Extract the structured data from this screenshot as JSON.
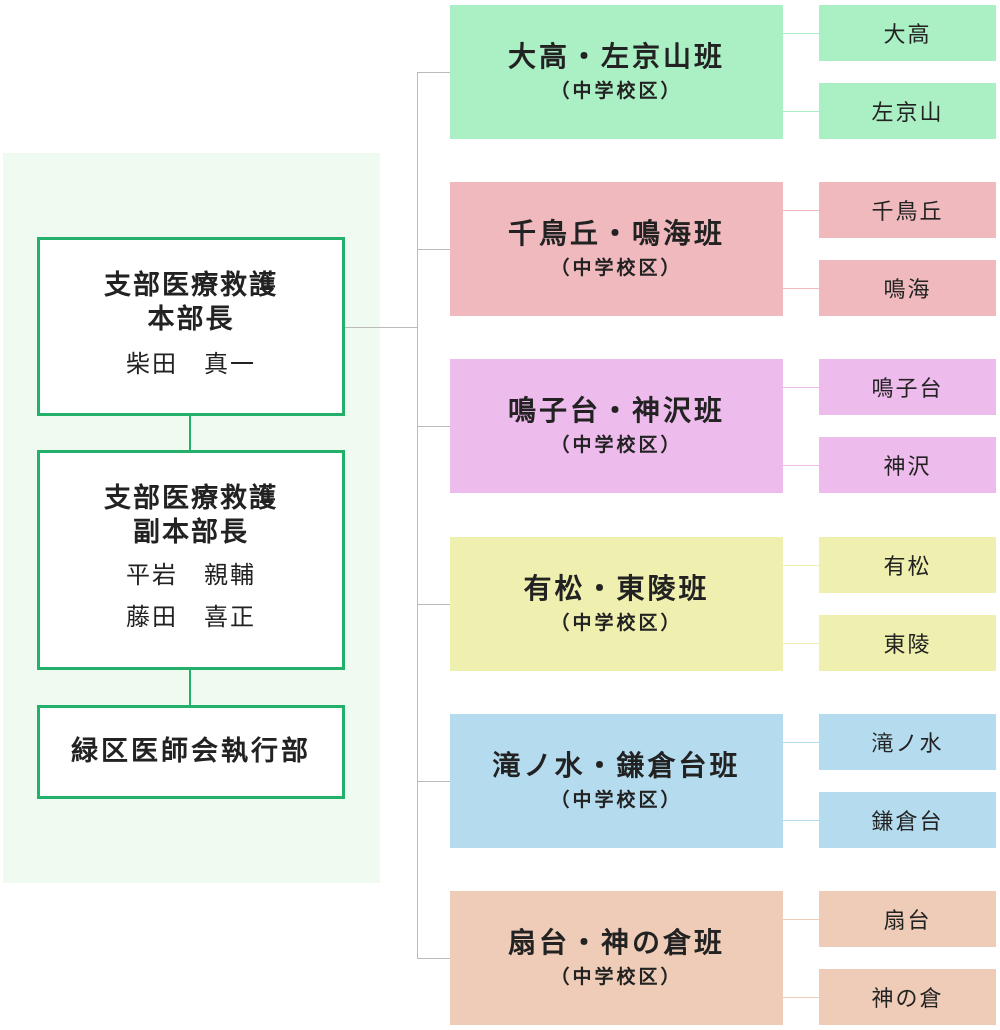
{
  "headquarters": {
    "chief": {
      "title_line1": "支部医療救護",
      "title_line2": "本部長",
      "name": "柴田　真一"
    },
    "deputy": {
      "title_line1": "支部医療救護",
      "title_line2": "副本部長",
      "name1": "平岩　親輔",
      "name2": "藤田　喜正"
    },
    "executive": {
      "label": "緑区医師会執行部"
    }
  },
  "groups": [
    {
      "title": "大高・左京山班",
      "sub": "（中学校区）",
      "color": "#abefc4",
      "schools": [
        "大高",
        "左京山"
      ]
    },
    {
      "title": "千鳥丘・鳴海班",
      "sub": "（中学校区）",
      "color": "#f0b9bd",
      "schools": [
        "千鳥丘",
        "鳴海"
      ]
    },
    {
      "title": "鳴子台・神沢班",
      "sub": "（中学校区）",
      "color": "#edbbec",
      "schools": [
        "鳴子台",
        "神沢"
      ]
    },
    {
      "title": "有松・東陵班",
      "sub": "（中学校区）",
      "color": "#efefaf",
      "schools": [
        "有松",
        "東陵"
      ]
    },
    {
      "title": "滝ノ水・鎌倉台班",
      "sub": "（中学校区）",
      "color": "#b5dbee",
      "schools": [
        "滝ノ水",
        "鎌倉台"
      ]
    },
    {
      "title": "扇台・神の倉班",
      "sub": "（中学校区）",
      "color": "#eeccb7",
      "schools": [
        "扇台",
        "神の倉"
      ]
    }
  ],
  "colors": {
    "hq_border": "#22b06a",
    "panel_bg": "#effaf1",
    "line": "#bbbbbb"
  }
}
